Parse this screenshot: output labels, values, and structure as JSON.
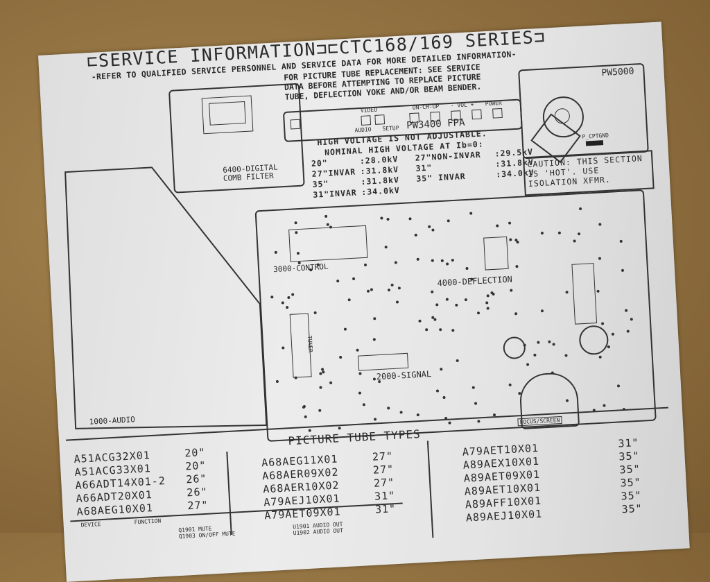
{
  "header": {
    "title": "⊏SERVICE INFORMATION⊐⊏CTC168/169 SERIES⊐",
    "subtitle": "-REFER TO QUALIFIED SERVICE PERSONNEL AND SERVICE DATA FOR MORE DETAILED INFORMATION-"
  },
  "notice": "FOR PICTURE TUBE REPLACEMENT: SEE SERVICE\nDATA BEFORE ATTEMPTING TO REPLACE PICTURE\nTUBE, DEFLECTION YOKE AND/OR BEAM BENDER.",
  "boards": {
    "comb_filter": "6400-DIGITAL\nCOMB FILTER",
    "fpa": "PW3400 FPA",
    "fpa_buttons": [
      "VIDEO",
      "ON-CH-UP",
      "- VOL +",
      "POWER",
      "AUDIO",
      "SETUP"
    ],
    "pw5000": "PW5000",
    "p_cptgnd": "P_CPTGND",
    "control": "3000-CONTROL",
    "deflection": "4000-DEFLECTION",
    "signal": "2000-SIGNAL",
    "audio": "1000-AUDIO",
    "tuner": "TUNER",
    "focus": "FOCUS/SCREEN"
  },
  "high_voltage": {
    "line1": "HIGH VOLTAGE IS NOT ADJUSTABLE.",
    "line2": "NOMINAL HIGH VOLTAGE AT Ib=0:",
    "rows": [
      [
        "20\"",
        ":28.0kV",
        "27\"NON-INVAR",
        ":29.5kV"
      ],
      [
        "27\"INVAR",
        ":31.8kV",
        "31\"",
        ":31.8kV"
      ],
      [
        "35\"",
        ":31.8kV",
        "35\" INVAR",
        ":34.0kV"
      ],
      [
        "31\"INVAR",
        ":34.0kV",
        "",
        ""
      ]
    ]
  },
  "caution": "CAUTION: THIS SECTION IS 'HOT'. USE ISOLATION XFMR.",
  "picture_tubes": {
    "title": "PICTURE TUBE TYPES",
    "col1": [
      [
        "A51ACG32X01",
        "20\""
      ],
      [
        "A51ACG33X01",
        "20\""
      ],
      [
        "A66ADT14X01-2",
        "26\""
      ],
      [
        "A66ADT20X01",
        "26\""
      ],
      [
        "A68AEG10X01",
        "27\""
      ]
    ],
    "col2": [
      [
        "A68AEG11X01",
        "27\""
      ],
      [
        "A68AER09X02",
        "27\""
      ],
      [
        "A68AER10X02",
        "27\""
      ],
      [
        "A79AEJ10X01",
        "31\""
      ],
      [
        "A79AET09X01",
        "31\""
      ]
    ],
    "col3": [
      [
        "A79AET10X01",
        "31\""
      ],
      [
        "A89AEX10X01",
        "35\""
      ],
      [
        "A89AET09X01",
        "35\""
      ],
      [
        "A89AET10X01",
        "35\""
      ],
      [
        "A89AFF10X01",
        "35\""
      ],
      [
        "A89AEJ10X01",
        "35\""
      ]
    ]
  },
  "device_table": {
    "headers": [
      "DEVICE",
      "FUNCTION"
    ],
    "a": "Q1901 MUTE\nQ1903 ON/OFF MUTE",
    "b": "U1901 AUDIO OUT\nU1902 AUDIO OUT"
  }
}
